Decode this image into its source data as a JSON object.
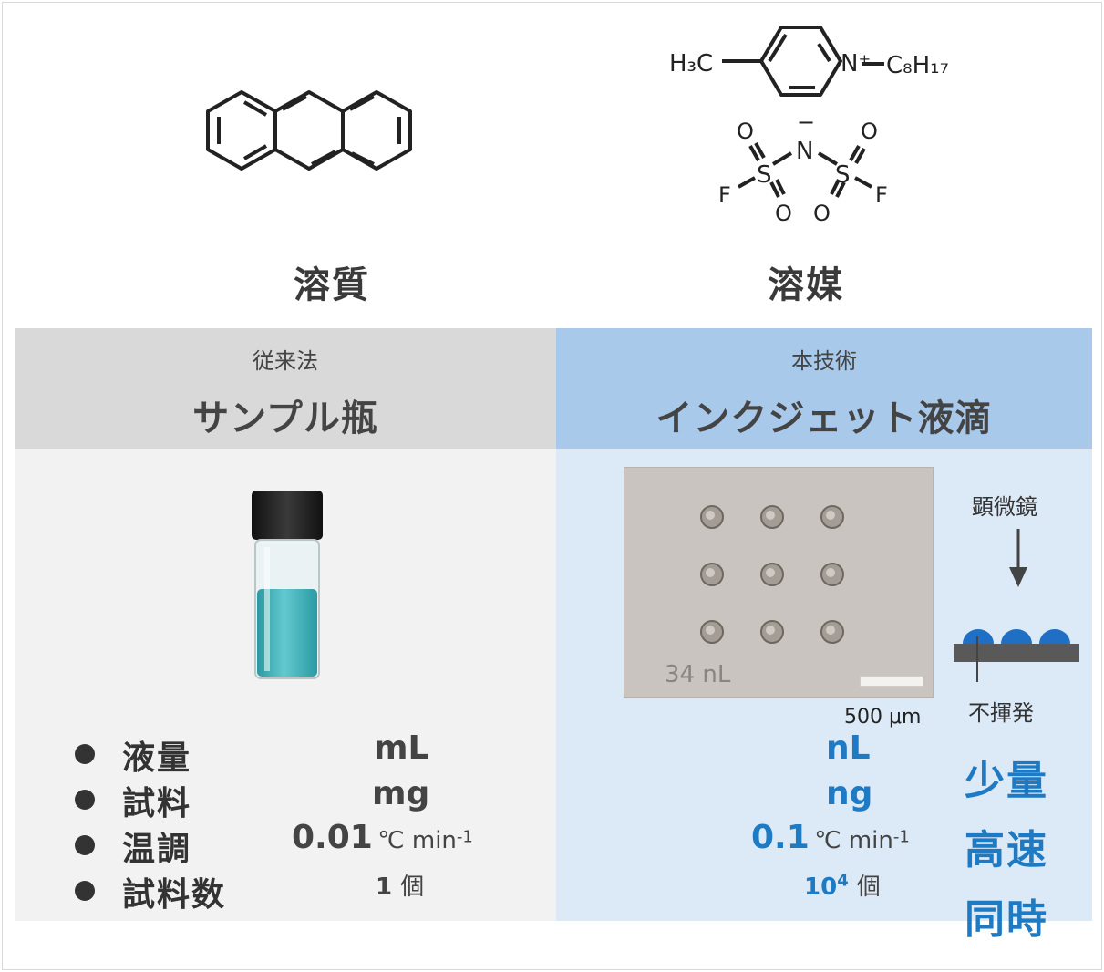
{
  "molecules": {
    "solute_label": "溶質",
    "solvent_label": "溶媒",
    "cation": {
      "methyl": "H₃C",
      "nitrogen": "N⁺",
      "chain": "C₈H₁₇"
    },
    "anion": {
      "nitrogen": "N",
      "sulfur": "S",
      "oxygen": "O",
      "fluorine": "F",
      "charge": "−"
    }
  },
  "left": {
    "sub": "従来法",
    "title": "サンプル瓶",
    "rows": [
      {
        "label": "液量",
        "value": "mL"
      },
      {
        "label": "試料",
        "value": "mg"
      },
      {
        "label": "温調",
        "value": "0.01",
        "unit": "℃ min",
        "exp": "-1"
      },
      {
        "label": "試料数",
        "value": "1",
        "unit": "個"
      }
    ]
  },
  "right": {
    "sub": "本技術",
    "title": "インクジェット液滴",
    "micro_label": "34 nL",
    "scale_label": "500 μm",
    "microscope_label": "顕微鏡",
    "nonvolatile_label": "不揮発",
    "droplet_grid": {
      "rows": 3,
      "cols": 3
    },
    "values": [
      {
        "value": "nL"
      },
      {
        "value": "ng"
      },
      {
        "value": "0.1",
        "unit": "℃ min",
        "exp": "-1"
      },
      {
        "value": "10",
        "exp": "4",
        "unit": "個"
      }
    ],
    "advantages": [
      "少量",
      "高速",
      "同時"
    ]
  },
  "colors": {
    "left_head": "#d9d9d9",
    "left_body": "#f2f2f2",
    "right_head": "#a9c9ea",
    "right_body": "#dce9f6",
    "accent_blue": "#1f7ac4",
    "vial_liquid": "#3bb0b8",
    "droplet_blue": "#1f6fc4"
  }
}
